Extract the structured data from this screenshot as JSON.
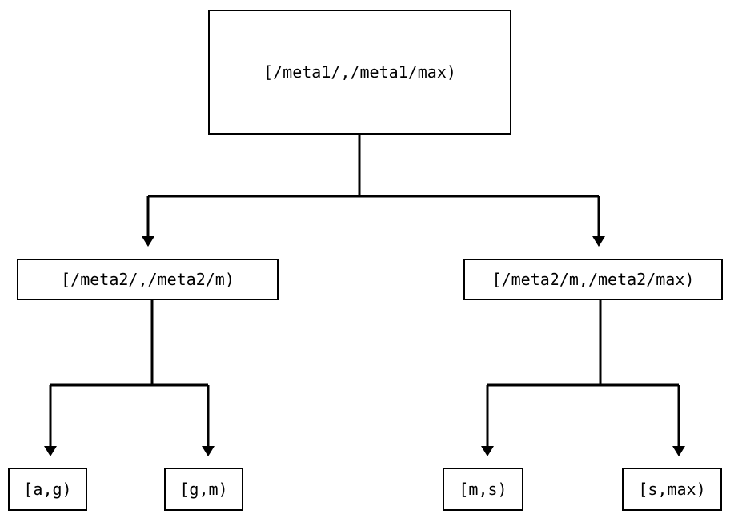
{
  "diagram": {
    "type": "tree",
    "title": "",
    "background_color": "#ffffff",
    "line_color": "#000000",
    "text_color": "#000000",
    "edge_style": "orthogonal-elbow",
    "arrowhead": "filled-triangle-down",
    "nodes": {
      "root": {
        "label": "[/meta1/,/meta1/max)"
      },
      "child_left": {
        "label": "[/meta2/,/meta2/m)"
      },
      "child_right": {
        "label": "[/meta2/m,/meta2/max)"
      },
      "leaf_0": {
        "label": "[a,g)"
      },
      "leaf_1": {
        "label": "[g,m)"
      },
      "leaf_2": {
        "label": "[m,s)"
      },
      "leaf_3": {
        "label": "[s,max)"
      }
    },
    "edges": [
      {
        "from": "root",
        "to": "child_left"
      },
      {
        "from": "root",
        "to": "child_right"
      },
      {
        "from": "child_left",
        "to": "leaf_0"
      },
      {
        "from": "child_left",
        "to": "leaf_1"
      },
      {
        "from": "child_right",
        "to": "leaf_2"
      },
      {
        "from": "child_right",
        "to": "leaf_3"
      }
    ]
  }
}
